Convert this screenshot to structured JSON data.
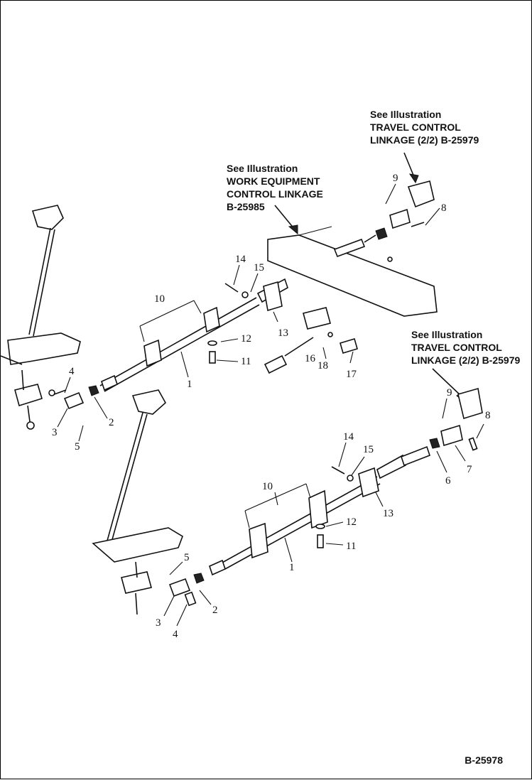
{
  "references": [
    {
      "id": "ref-travel-top",
      "line1": "See Illustration",
      "line2": "TRAVEL CONTROL",
      "line3": "LINKAGE (2/2) B-25979",
      "line4": ""
    },
    {
      "id": "ref-work-equipment",
      "line1": "See Illustration",
      "line2": "WORK EQUIPMENT",
      "line3": "CONTROL LINKAGE",
      "line4": "B-25985"
    },
    {
      "id": "ref-travel-bottom",
      "line1": "See Illustration",
      "line2": "TRAVEL CONTROL",
      "line3": "LINKAGE (2/2) B-25979",
      "line4": ""
    }
  ],
  "callouts": {
    "upper": [
      "9",
      "8",
      "14",
      "15",
      "10",
      "12",
      "13",
      "11",
      "16",
      "18",
      "17",
      "1",
      "4",
      "2",
      "3",
      "5"
    ],
    "lower": [
      "9",
      "8",
      "14",
      "15",
      "7",
      "6",
      "10",
      "13",
      "12",
      "11",
      "1",
      "5",
      "2",
      "3",
      "4"
    ]
  },
  "drawing_number": "B-25978"
}
